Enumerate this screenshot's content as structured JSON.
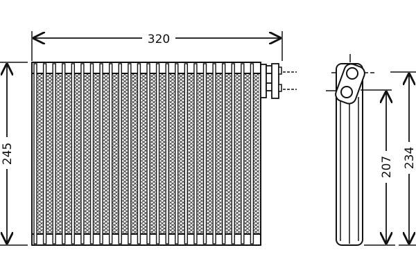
{
  "dimensions": {
    "width": "320",
    "height": "245",
    "side_inner": "207",
    "side_outer": "234"
  },
  "colors": {
    "line": "#111111",
    "background": "#ffffff"
  }
}
